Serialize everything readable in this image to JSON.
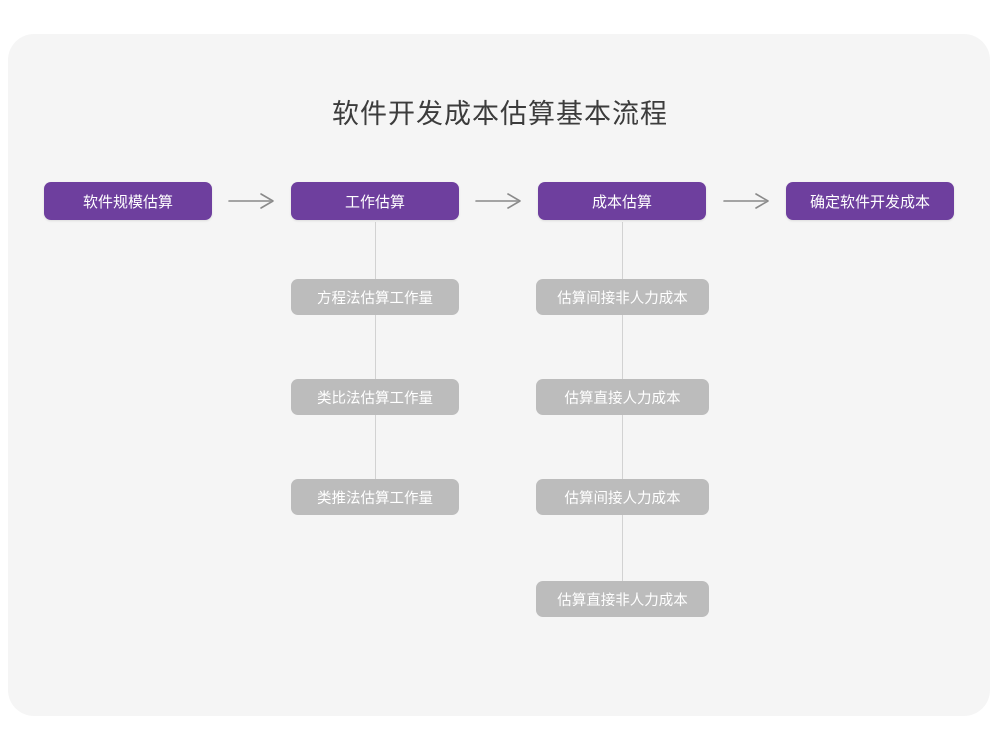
{
  "diagram": {
    "title": "软件开发成本估算基本流程",
    "colors": {
      "background": "#ffffff",
      "card": "#f5f5f5",
      "primary_node": "#6e3f9e",
      "secondary_node": "#bcbcbc",
      "node_text": "#ffffff",
      "title_text": "#3c3c3c",
      "connector": "#d2d2d2",
      "arrow": "#8a8a8a"
    },
    "main_flow": [
      {
        "id": "step-1",
        "label": "软件规模估算"
      },
      {
        "id": "step-2",
        "label": "工作估算"
      },
      {
        "id": "step-3",
        "label": "成本估算"
      },
      {
        "id": "step-4",
        "label": "确定软件开发成本"
      }
    ],
    "arrows": [
      {
        "id": "arrow-1",
        "from": "软件规模估算",
        "to": "工作估算",
        "glyph": "→"
      },
      {
        "id": "arrow-2",
        "from": "工作估算",
        "to": "成本估算",
        "glyph": "→"
      },
      {
        "id": "arrow-3",
        "from": "成本估算",
        "to": "确定软件开发成本",
        "glyph": "→"
      }
    ],
    "branches": [
      {
        "parent": "工作估算",
        "items": [
          {
            "id": "effort-1",
            "label": "方程法估算工作量"
          },
          {
            "id": "effort-2",
            "label": "类比法估算工作量"
          },
          {
            "id": "effort-3",
            "label": "类推法估算工作量"
          }
        ]
      },
      {
        "parent": "成本估算",
        "items": [
          {
            "id": "cost-1",
            "label": "估算间接非人力成本"
          },
          {
            "id": "cost-2",
            "label": "估算直接人力成本"
          },
          {
            "id": "cost-3",
            "label": "估算间接人力成本"
          },
          {
            "id": "cost-4",
            "label": "估算直接非人力成本"
          }
        ]
      }
    ]
  }
}
